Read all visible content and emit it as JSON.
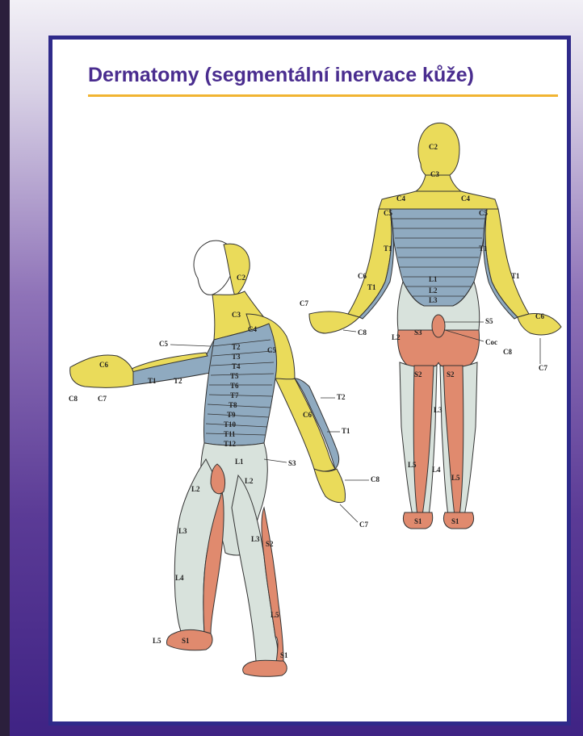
{
  "title": "Dermatomy (segmentální inervace kůže)",
  "colors": {
    "frame": "#2f2a8a",
    "title": "#4a2d8f",
    "rule": "#f1b431",
    "cervical": "#eadb5a",
    "thoracic": "#8faac0",
    "lumbar": "#d8e2dc",
    "sacral": "#e08a6e"
  },
  "labels": [
    "C2",
    "C3",
    "C4",
    "C5",
    "C6",
    "C7",
    "C8",
    "T1",
    "T2",
    "T3",
    "T4",
    "T5",
    "T6",
    "T7",
    "T8",
    "T9",
    "T10",
    "T11",
    "T12",
    "L1",
    "L2",
    "L3",
    "L4",
    "L5",
    "S1",
    "S2",
    "S3",
    "S5",
    "Coc"
  ]
}
